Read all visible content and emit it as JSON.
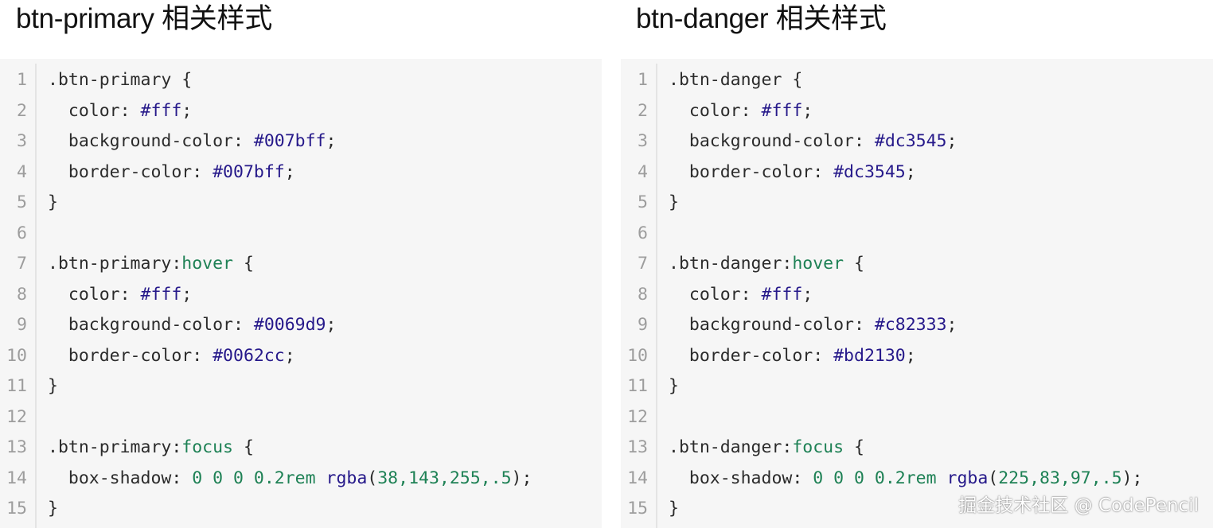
{
  "watermark": "掘金技术社区 @ CodePencil",
  "panels": [
    {
      "id": "left",
      "title": "btn-primary 相关样式",
      "lines": [
        {
          "n": "1",
          "tokens": [
            {
              "t": ".btn-primary {",
              "c": "plain"
            }
          ]
        },
        {
          "n": "2",
          "tokens": [
            {
              "t": "  color: ",
              "c": "plain"
            },
            {
              "t": "#fff",
              "c": "hash"
            },
            {
              "t": ";",
              "c": "plain"
            }
          ]
        },
        {
          "n": "3",
          "tokens": [
            {
              "t": "  background-color: ",
              "c": "plain"
            },
            {
              "t": "#007bff",
              "c": "hash"
            },
            {
              "t": ";",
              "c": "plain"
            }
          ]
        },
        {
          "n": "4",
          "tokens": [
            {
              "t": "  border-color: ",
              "c": "plain"
            },
            {
              "t": "#007bff",
              "c": "hash"
            },
            {
              "t": ";",
              "c": "plain"
            }
          ]
        },
        {
          "n": "5",
          "tokens": [
            {
              "t": "}",
              "c": "plain"
            }
          ]
        },
        {
          "n": "6",
          "tokens": []
        },
        {
          "n": "7",
          "tokens": [
            {
              "t": ".btn-primary:",
              "c": "plain"
            },
            {
              "t": "hover",
              "c": "keyword"
            },
            {
              "t": " {",
              "c": "plain"
            }
          ]
        },
        {
          "n": "8",
          "tokens": [
            {
              "t": "  color: ",
              "c": "plain"
            },
            {
              "t": "#fff",
              "c": "hash"
            },
            {
              "t": ";",
              "c": "plain"
            }
          ]
        },
        {
          "n": "9",
          "tokens": [
            {
              "t": "  background-color: ",
              "c": "plain"
            },
            {
              "t": "#0069d9",
              "c": "hash"
            },
            {
              "t": ";",
              "c": "plain"
            }
          ]
        },
        {
          "n": "10",
          "tokens": [
            {
              "t": "  border-color: ",
              "c": "plain"
            },
            {
              "t": "#0062cc",
              "c": "hash"
            },
            {
              "t": ";",
              "c": "plain"
            }
          ]
        },
        {
          "n": "11",
          "tokens": [
            {
              "t": "}",
              "c": "plain"
            }
          ]
        },
        {
          "n": "12",
          "tokens": []
        },
        {
          "n": "13",
          "tokens": [
            {
              "t": ".btn-primary:",
              "c": "plain"
            },
            {
              "t": "focus",
              "c": "keyword"
            },
            {
              "t": " {",
              "c": "plain"
            }
          ]
        },
        {
          "n": "14",
          "tokens": [
            {
              "t": "  box-shadow: ",
              "c": "plain"
            },
            {
              "t": "0 0 0 0.2rem ",
              "c": "number"
            },
            {
              "t": "rgba",
              "c": "fn"
            },
            {
              "t": "(",
              "c": "plain"
            },
            {
              "t": "38,143,255,.5",
              "c": "number"
            },
            {
              "t": ");",
              "c": "plain"
            }
          ]
        },
        {
          "n": "15",
          "tokens": [
            {
              "t": "}",
              "c": "plain"
            }
          ]
        }
      ]
    },
    {
      "id": "right",
      "title": "btn-danger 相关样式",
      "lines": [
        {
          "n": "1",
          "tokens": [
            {
              "t": ".btn-danger {",
              "c": "plain"
            }
          ]
        },
        {
          "n": "2",
          "tokens": [
            {
              "t": "  color: ",
              "c": "plain"
            },
            {
              "t": "#fff",
              "c": "hash"
            },
            {
              "t": ";",
              "c": "plain"
            }
          ]
        },
        {
          "n": "3",
          "tokens": [
            {
              "t": "  background-color: ",
              "c": "plain"
            },
            {
              "t": "#dc3545",
              "c": "hash"
            },
            {
              "t": ";",
              "c": "plain"
            }
          ]
        },
        {
          "n": "4",
          "tokens": [
            {
              "t": "  border-color: ",
              "c": "plain"
            },
            {
              "t": "#dc3545",
              "c": "hash"
            },
            {
              "t": ";",
              "c": "plain"
            }
          ]
        },
        {
          "n": "5",
          "tokens": [
            {
              "t": "}",
              "c": "plain"
            }
          ]
        },
        {
          "n": "6",
          "tokens": []
        },
        {
          "n": "7",
          "tokens": [
            {
              "t": ".btn-danger:",
              "c": "plain"
            },
            {
              "t": "hover",
              "c": "keyword"
            },
            {
              "t": " {",
              "c": "plain"
            }
          ]
        },
        {
          "n": "8",
          "tokens": [
            {
              "t": "  color: ",
              "c": "plain"
            },
            {
              "t": "#fff",
              "c": "hash"
            },
            {
              "t": ";",
              "c": "plain"
            }
          ]
        },
        {
          "n": "9",
          "tokens": [
            {
              "t": "  background-color: ",
              "c": "plain"
            },
            {
              "t": "#c82333",
              "c": "hash"
            },
            {
              "t": ";",
              "c": "plain"
            }
          ]
        },
        {
          "n": "10",
          "tokens": [
            {
              "t": "  border-color: ",
              "c": "plain"
            },
            {
              "t": "#bd2130",
              "c": "hash"
            },
            {
              "t": ";",
              "c": "plain"
            }
          ]
        },
        {
          "n": "11",
          "tokens": [
            {
              "t": "}",
              "c": "plain"
            }
          ]
        },
        {
          "n": "12",
          "tokens": []
        },
        {
          "n": "13",
          "tokens": [
            {
              "t": ".btn-danger:",
              "c": "plain"
            },
            {
              "t": "focus",
              "c": "keyword"
            },
            {
              "t": " {",
              "c": "plain"
            }
          ]
        },
        {
          "n": "14",
          "tokens": [
            {
              "t": "  box-shadow: ",
              "c": "plain"
            },
            {
              "t": "0 0 0 0.2rem ",
              "c": "number"
            },
            {
              "t": "rgba",
              "c": "fn"
            },
            {
              "t": "(",
              "c": "plain"
            },
            {
              "t": "225,83,97,.5",
              "c": "number"
            },
            {
              "t": ");",
              "c": "plain"
            }
          ]
        },
        {
          "n": "15",
          "tokens": [
            {
              "t": "}",
              "c": "plain"
            }
          ]
        }
      ]
    }
  ]
}
